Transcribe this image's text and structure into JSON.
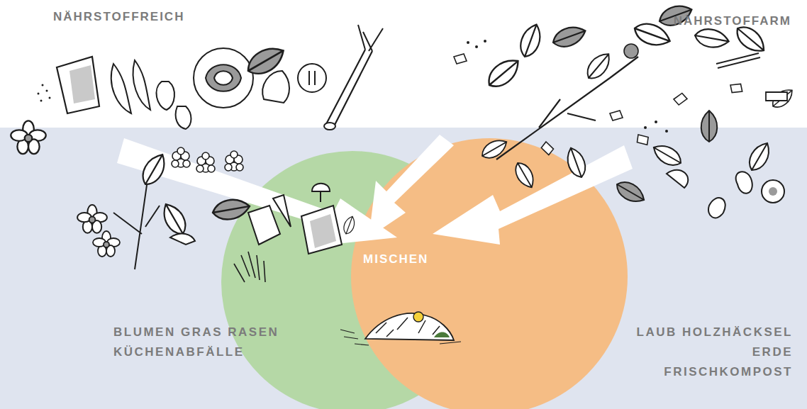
{
  "diagram": {
    "nodes": [
      {
        "text": [
          "BLUMEN GRAS RASEN KÜCHENABFÄLLE"
        ]
      },
      {
        "text": [
          "LAUB HOLZHÄCKSEL ERDE FRISCHKOMPOST"
        ]
      }
    ],
    "labels": [
      "NÄHRSTOFFREICH",
      "NÄHRSTOFFARM",
      "MISCHEN"
    ]
  }
}
